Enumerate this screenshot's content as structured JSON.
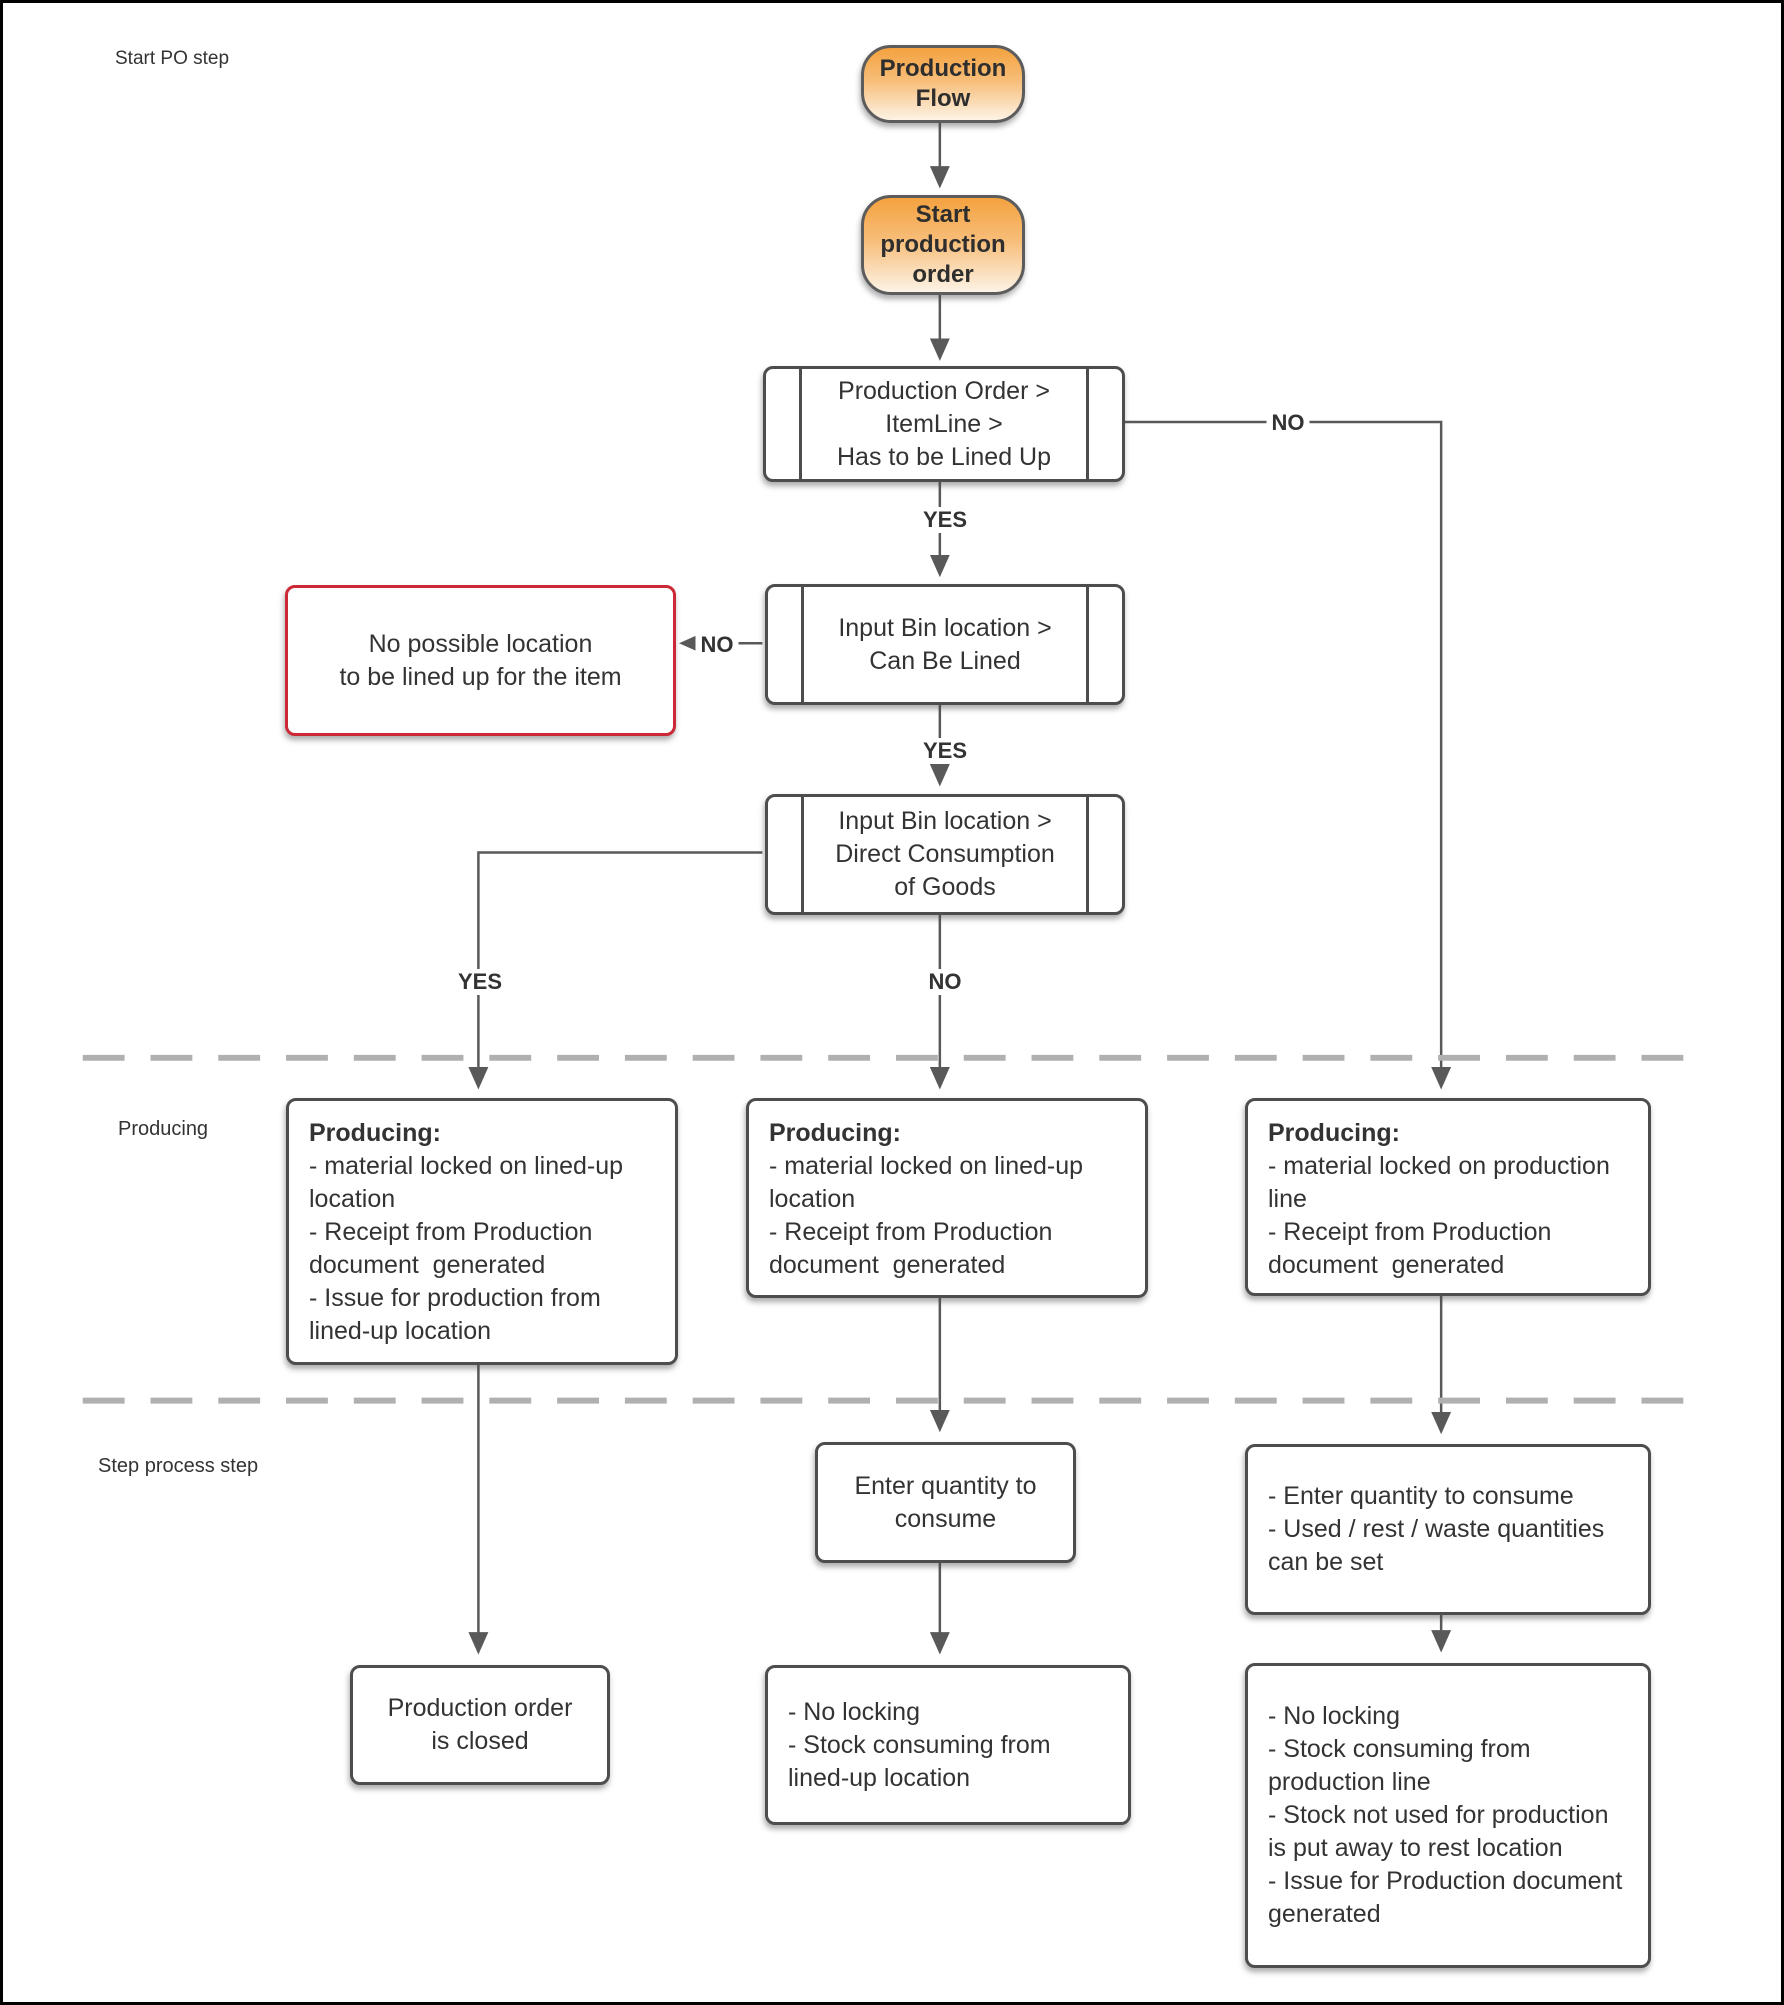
{
  "diagram": {
    "lane_labels": {
      "start_po": "Start PO step",
      "producing": "Producing",
      "step_process": "Step process step"
    },
    "edge_labels": {
      "lined_up_no": "NO",
      "lined_up_yes": "YES",
      "can_be_lined_no": "NO",
      "can_be_lined_yes": "YES",
      "direct_yes": "YES",
      "direct_no": "NO"
    },
    "nodes": {
      "production_flow": {
        "label": "Production Flow"
      },
      "start_production_order": {
        "label": "Start production order"
      },
      "has_to_be_lined_up": {
        "lines": [
          "Production Order >",
          "ItemLine >",
          "Has to be Lined Up"
        ]
      },
      "no_possible_location": {
        "lines": [
          "No possible location",
          "to be lined up for the item"
        ]
      },
      "can_be_lined": {
        "lines": [
          "Input Bin location >",
          "Can Be Lined"
        ]
      },
      "direct_consumption": {
        "lines": [
          "Input Bin location >",
          "Direct Consumption",
          "of Goods"
        ]
      },
      "producing_left": {
        "title": "Producing:",
        "bullets": [
          "- material locked on lined-up location",
          "- Receipt from Production document  generated",
          "- Issue for production from lined-up location"
        ]
      },
      "producing_middle": {
        "title": "Producing:",
        "bullets": [
          "- material locked on lined-up location",
          "- Receipt from Production document  generated"
        ]
      },
      "producing_right": {
        "title": "Producing:",
        "bullets": [
          "- material locked on production line",
          "- Receipt from Production document  generated"
        ]
      },
      "enter_quantity": {
        "lines": [
          "Enter quantity to",
          "consume"
        ]
      },
      "enter_quantity_right": {
        "bullets": [
          "- Enter quantity to consume",
          "- Used / rest / waste quantities can be set"
        ]
      },
      "po_closed": {
        "lines": [
          "Production order",
          "is closed"
        ]
      },
      "no_locking_middle": {
        "bullets": [
          "- No locking",
          "- Stock consuming from lined-up location"
        ]
      },
      "no_locking_right": {
        "bullets": [
          "- No locking",
          "- Stock consuming from production line",
          "- Stock not used for production is put away to rest location",
          "- Issue for Production document generated"
        ]
      }
    },
    "colors": {
      "node_border": "#4d4d4d",
      "arrow": "#595959",
      "pill_top": "#f4a23f",
      "pill_bottom": "#fdf3e6",
      "alert_border": "#cc2936",
      "lane_divider": "#b0b0b0",
      "text": "#333333"
    }
  }
}
